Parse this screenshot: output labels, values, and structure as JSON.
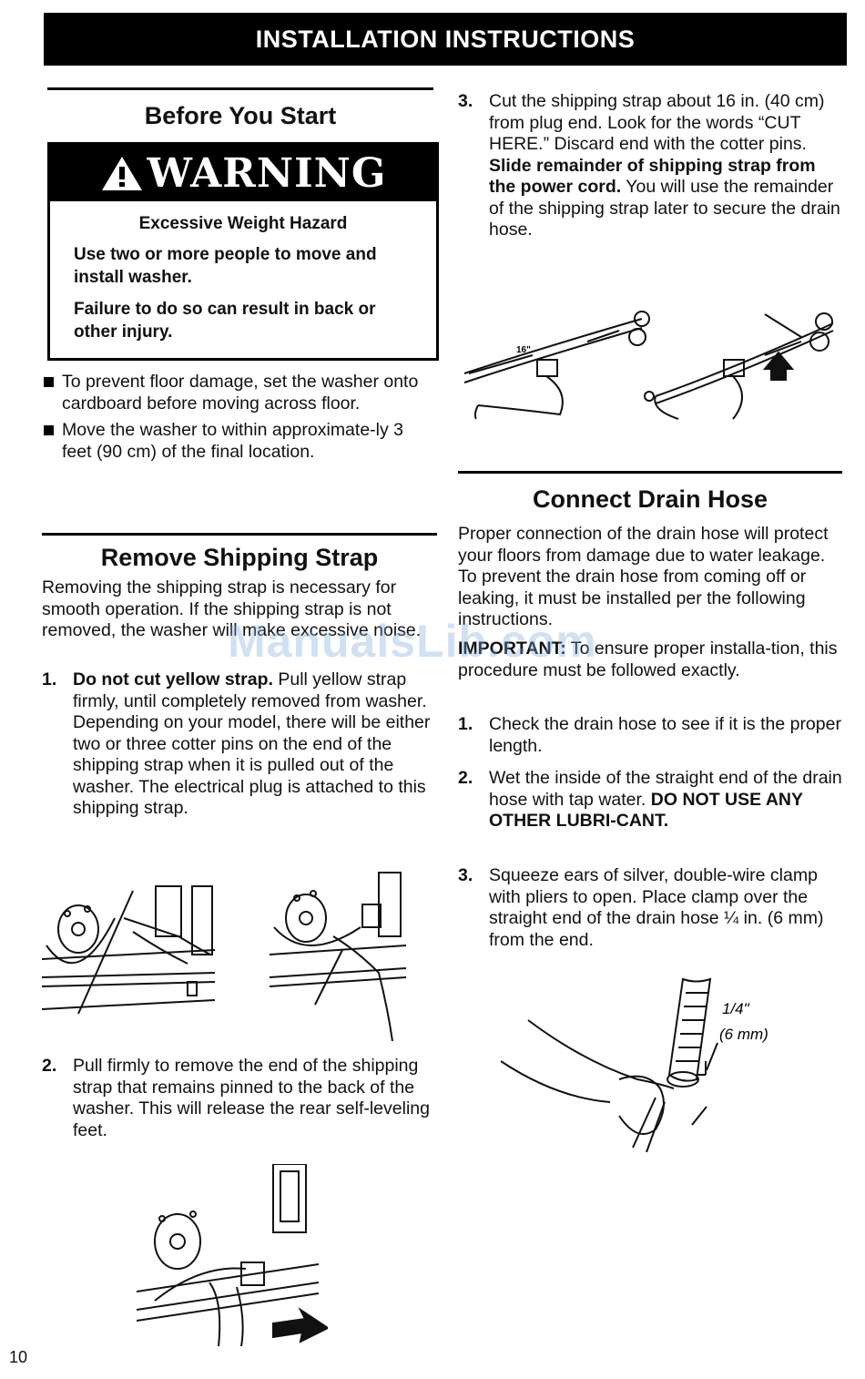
{
  "header": {
    "title": "INSTALLATION INSTRUCTIONS"
  },
  "before_start": {
    "title": "Before You Start",
    "warning": {
      "label": "WARNING",
      "hazard": "Excessive Weight Hazard",
      "line1": "Use two or more people to move and install washer.",
      "line2": "Failure to do so can result in back or other injury."
    },
    "bullets": [
      "To prevent floor damage, set the washer onto cardboard before moving across floor.",
      "Move the washer to within approximate-ly 3 feet (90 cm) of the final location."
    ]
  },
  "remove_strap": {
    "title": "Remove Shipping Strap",
    "intro": "Removing the shipping strap is necessary for smooth operation. If the shipping strap is not removed, the washer will make excessive noise.",
    "step1": {
      "num": "1.",
      "bold": "Do not cut yellow strap.",
      "text": " Pull yellow strap firmly, until completely removed from washer. Depending on your model, there will be either two or three cotter pins on the end of the shipping strap when it is pulled out of the washer. The electrical plug is attached to this shipping strap."
    },
    "step2": {
      "num": "2.",
      "text": "Pull firmly to remove the end of the shipping strap that remains pinned to the back of the washer. This will release the rear self-leveling feet."
    },
    "step3": {
      "num": "3.",
      "text": "Cut the shipping strap about 16 in. (40 cm) from plug end. Look for the words “CUT HERE.” Discard end with the cotter pins. ",
      "bold": "Slide remainder of shipping strap from the power cord.",
      "text2": " You will use the remainder of the shipping strap later to secure the drain hose."
    },
    "cut_label": "16\""
  },
  "drain_hose": {
    "title": "Connect Drain Hose",
    "intro": "Proper connection of the drain hose will protect your floors from damage due to water leakage. To prevent the drain hose from coming off or leaking, it must be installed per the following instructions.",
    "important_label": "IMPORTANT:",
    "important_text": " To ensure proper installa-tion, this procedure must be followed exactly.",
    "step1": {
      "num": "1.",
      "text": "Check the drain hose to see if it is the proper length."
    },
    "step2": {
      "num": "2.",
      "text": "Wet the inside of the straight end of the drain hose with tap water. ",
      "bold": "DO NOT USE ANY OTHER LUBRI-CANT."
    },
    "step3": {
      "num": "3.",
      "text": "Squeeze ears of silver, double-wire clamp with pliers to open. Place clamp over the straight end of the drain hose ¼ in. (6 mm) from the end."
    },
    "dim_in": "1/4\"",
    "dim_mm": "(6 mm)"
  },
  "watermark": "ManualsLib.com",
  "page_number": "10"
}
